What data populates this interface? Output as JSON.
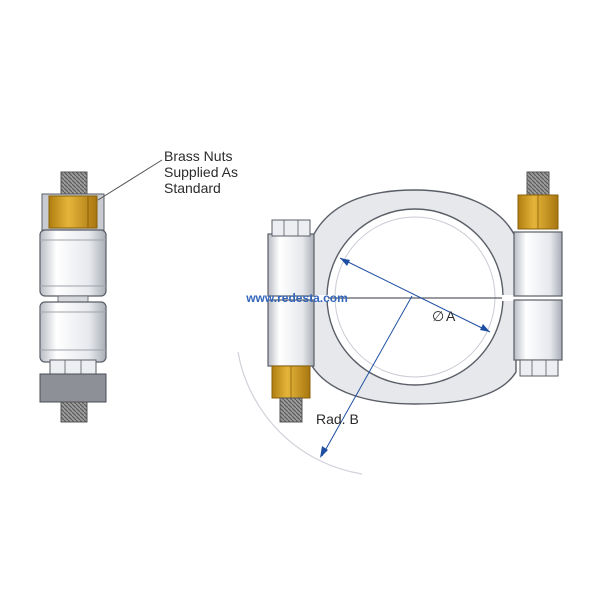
{
  "labels": {
    "brass_nuts_line1": "Brass Nuts",
    "brass_nuts_line2": "Supplied As",
    "brass_nuts_line3": "Standard",
    "diameter": "A",
    "diameter_symbol": "∅",
    "radius": "Rad. B"
  },
  "watermark": "www.redesta.com",
  "colors": {
    "brass": "#d9a521",
    "brass_dark": "#b07e10",
    "steel": "#e9ebef",
    "steel_shade": "#c9ccd3",
    "outline": "#5a5e66",
    "dimension": "#1f4fa3",
    "watermark": "#3366bb",
    "thread": "#6b6b6b",
    "bottom_block": "#8e9097"
  }
}
